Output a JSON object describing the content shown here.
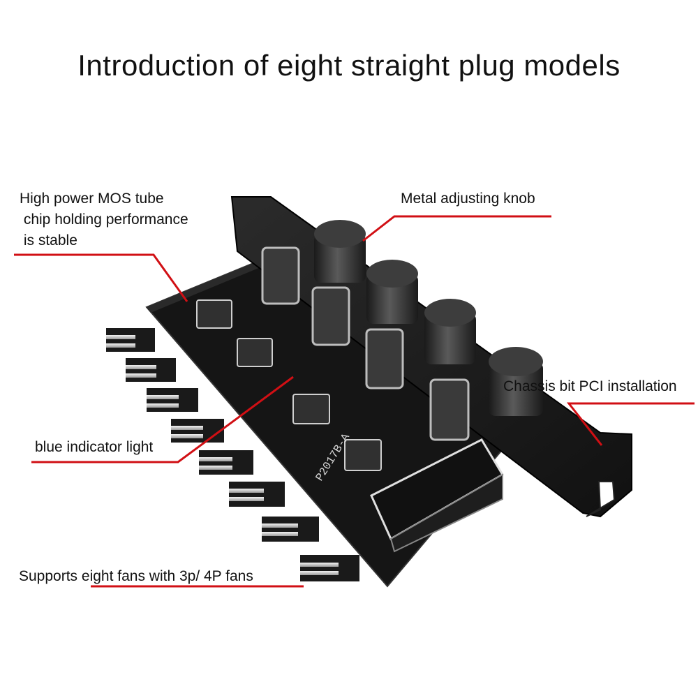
{
  "title": "Introduction of eight straight plug models",
  "callouts": {
    "mos": {
      "lines": [
        "High power MOS tube",
        " chip holding performance",
        " is stable"
      ]
    },
    "knob": {
      "text": "Metal adjusting knob"
    },
    "pci": {
      "text": "Chassis bit PCI installation"
    },
    "blue_light": {
      "text": "blue indicator light"
    },
    "fans": {
      "text": "Supports eight fans with 3p/ 4P fans"
    }
  },
  "pcb_marking": "P2017B-A",
  "colors": {
    "callout_line": "#d10f14",
    "pcb": "#141414",
    "bracket": "#1c1c1c",
    "knob": "#2a2a2a"
  }
}
